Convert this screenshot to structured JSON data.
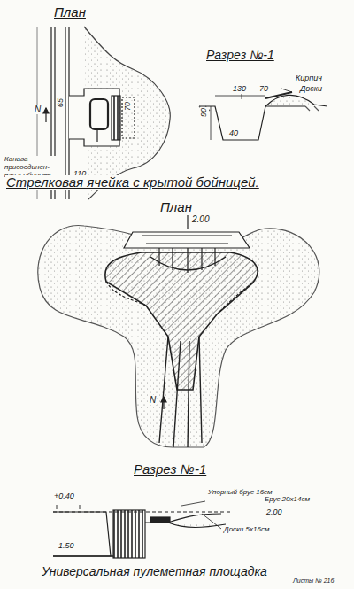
{
  "diagram": {
    "labels": [
      "План",
      "Разрез №-1",
      "N",
      "65",
      "110",
      "70",
      "Канава присоединен- ная к обороне",
      "130",
      "70",
      "Кирпич",
      "Доски",
      "90",
      "40",
      "Стрелковая ячейка с крытой бойницей.",
      "План",
      "2.00",
      "N",
      "Разрез №-1",
      "+0.40",
      "-1.50",
      "Упорный брус 16см",
      "Брус 20х14см",
      "2.00",
      "Доски 5х16см",
      "Универсальная пулеметная площадка",
      "Листы № 216"
    ]
  }
}
